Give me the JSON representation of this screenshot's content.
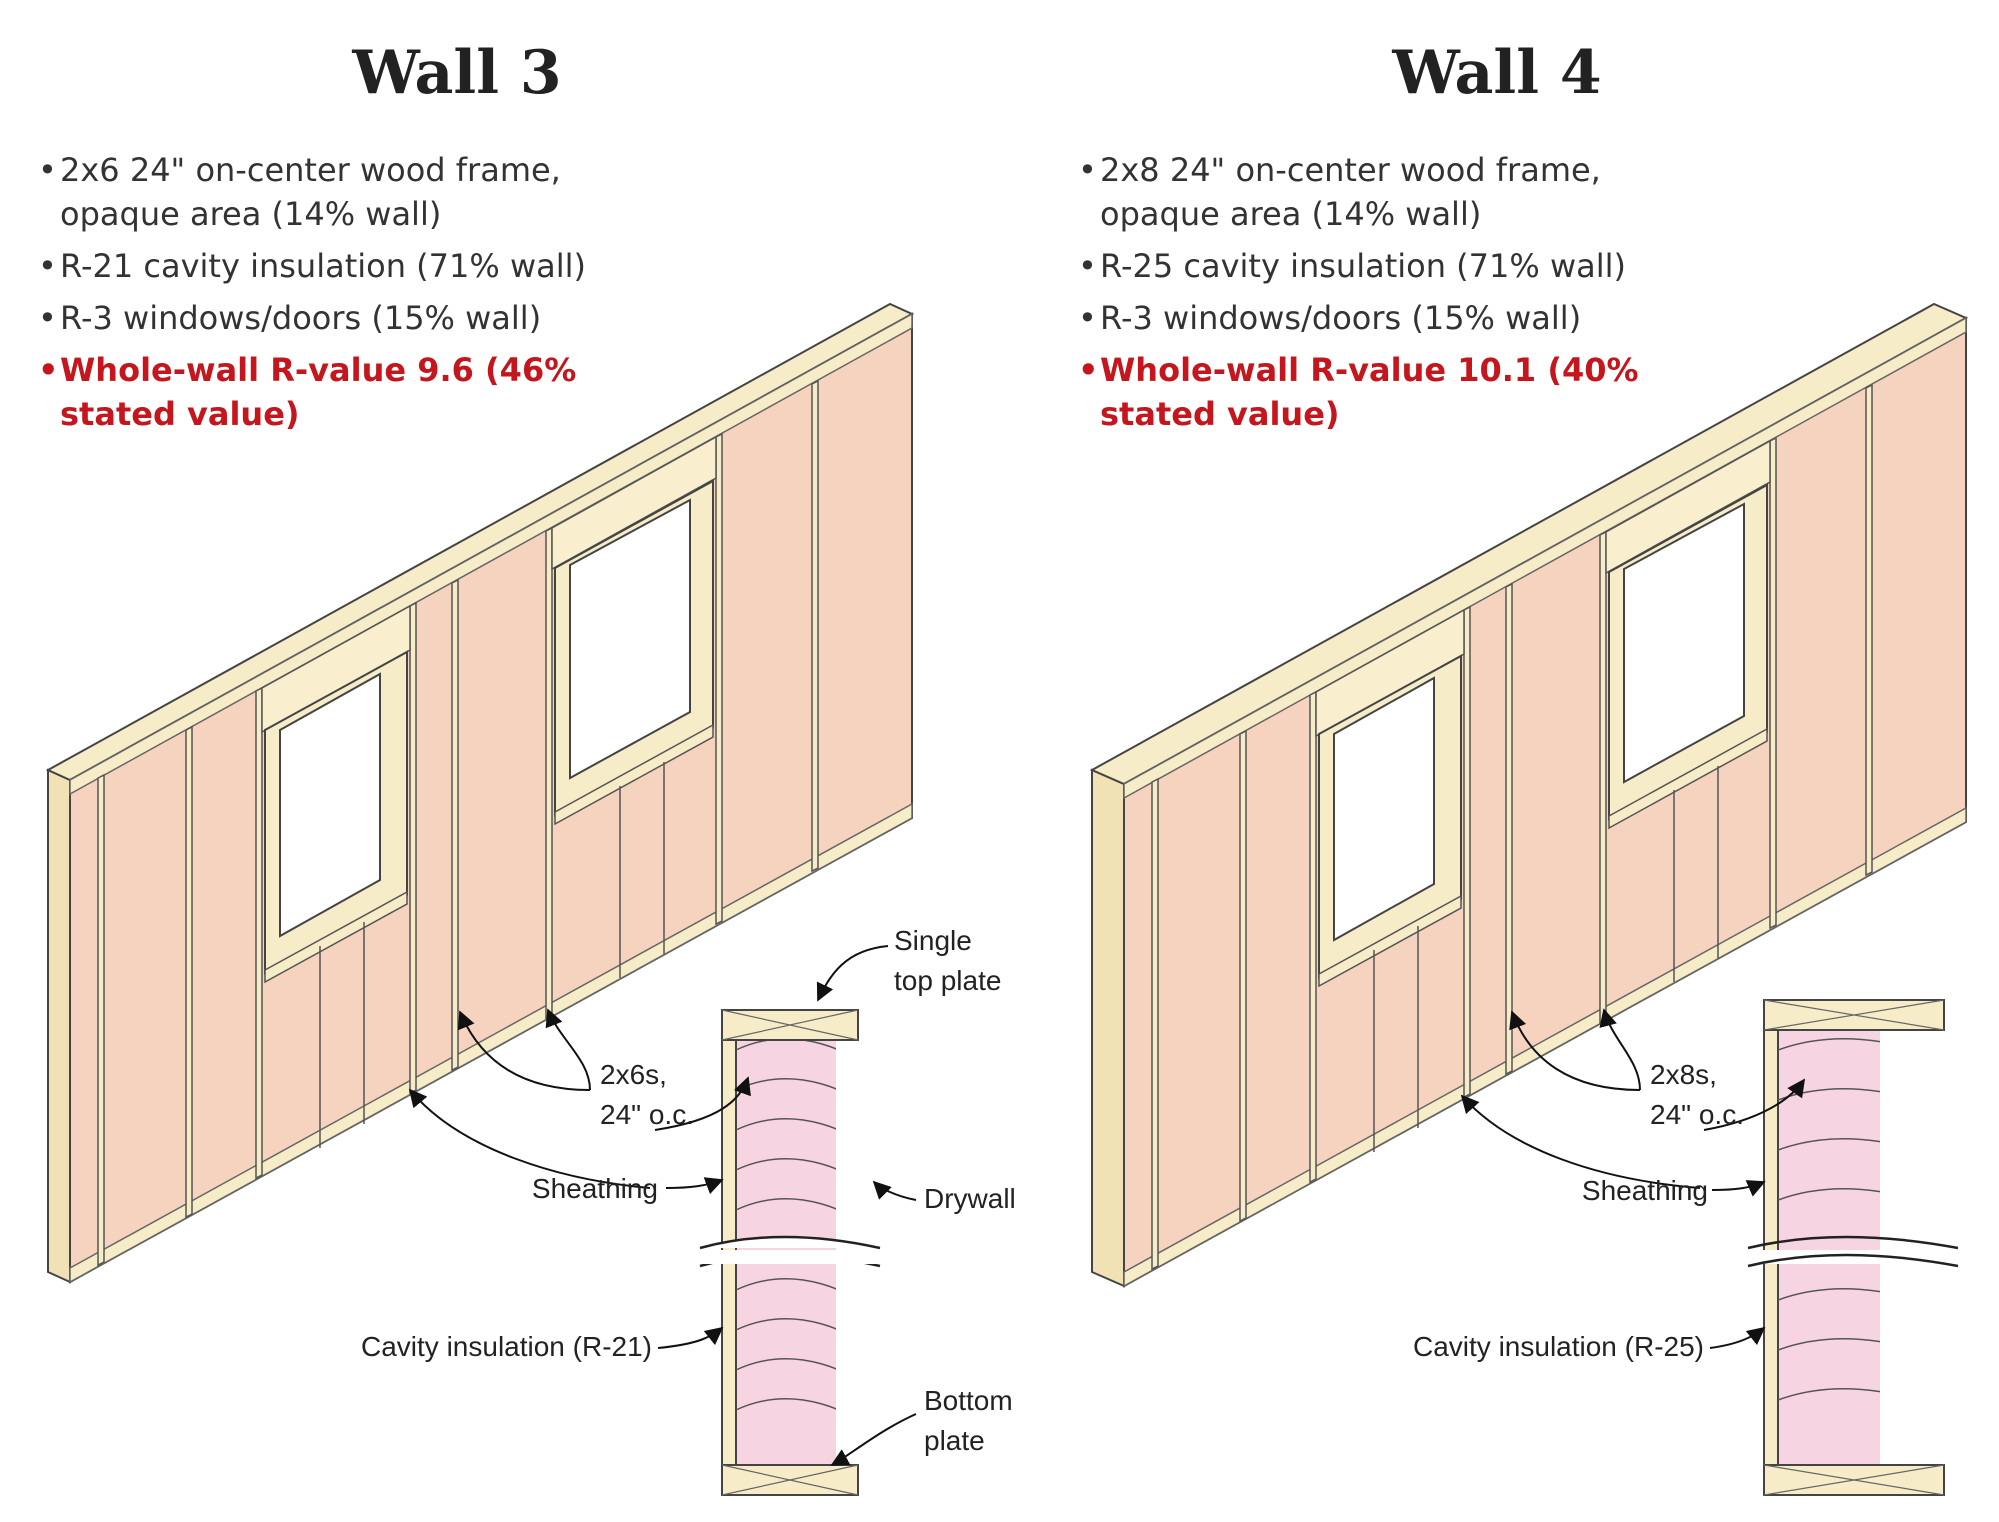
{
  "walls": [
    {
      "title": "Wall 3",
      "specs": [
        "2x6 24\" on-center wood frame, opaque area (14% wall)",
        "R-21 cavity insulation (71% wall)",
        "R-3 windows/doors (15% wall)"
      ],
      "result": "Whole-wall R-value 9.6 (46% stated value)",
      "labels": {
        "top_plate_1": "Single",
        "top_plate_2": "top plate",
        "studs_1": "2x6s,",
        "studs_2": "24\" o.c.",
        "sheathing": "Sheathing",
        "drywall": "Drywall",
        "cavity": "Cavity insulation (R-21)",
        "bottom_plate_1": "Bottom",
        "bottom_plate_2": "plate"
      }
    },
    {
      "title": "Wall 4",
      "specs": [
        "2x8 24\" on-center wood frame, opaque area (14% wall)",
        "R-25 cavity insulation (71% wall)",
        "R-3 windows/doors (15% wall)"
      ],
      "result": "Whole-wall R-value 10.1 (40% stated value)",
      "labels": {
        "studs_1": "2x8s,",
        "studs_2": "24\" o.c.",
        "sheathing": "Sheathing",
        "cavity": "Cavity insulation (R-25)"
      }
    }
  ],
  "colors": {
    "lumber": "#f7ecc8",
    "lumber_edge": "#e8d8a4",
    "sheathing": "#f6d3bf",
    "insulation": "#f7d4e1",
    "result_text": "#c4161c",
    "drywall": "#e6e6e6"
  }
}
